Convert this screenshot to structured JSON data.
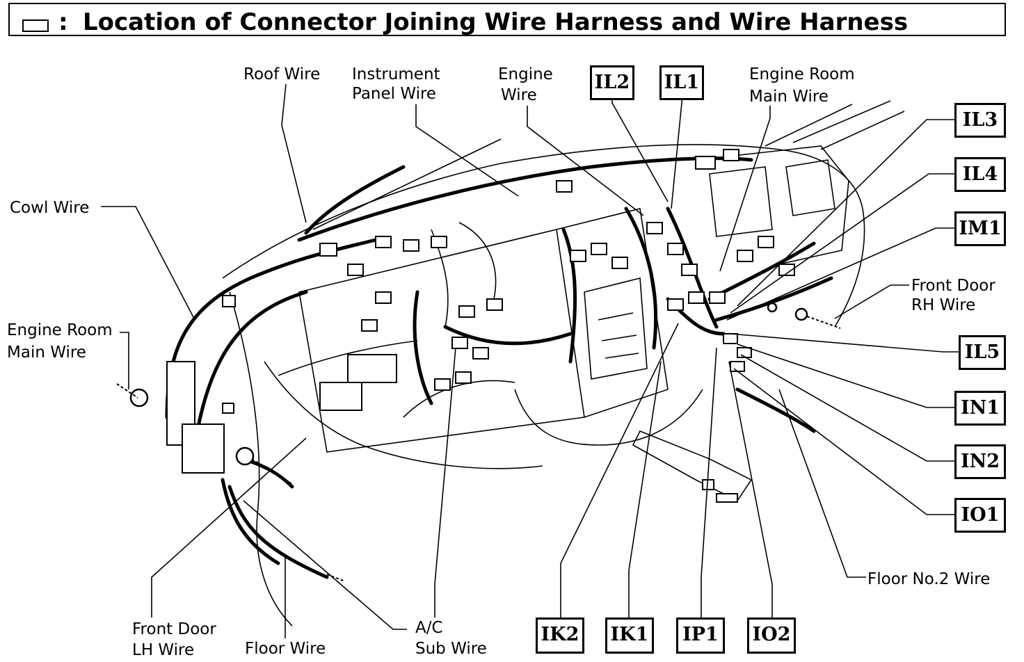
{
  "header": {
    "title": "Location of Connector Joining Wire Harness and Wire Harness",
    "colon": ":"
  },
  "labels": {
    "roof_wire": "Roof Wire",
    "instrument_panel_wire_1": "Instrument",
    "instrument_panel_wire_2": "Panel Wire",
    "engine_wire_1": "Engine",
    "engine_wire_2": "Wire",
    "engine_room_main_rh_1": "Engine Room",
    "engine_room_main_rh_2": "Main Wire",
    "cowl_wire": "Cowl Wire",
    "engine_room_main_lh_1": "Engine Room",
    "engine_room_main_lh_2": "Main Wire",
    "front_door_rh_1": "Front Door",
    "front_door_rh_2": "RH Wire",
    "floor_no2_wire": "Floor No.2 Wire",
    "front_door_lh_1": "Front Door",
    "front_door_lh_2": "LH Wire",
    "floor_wire": "Floor Wire",
    "ac_sub_1": "A/C",
    "ac_sub_2": "Sub Wire"
  },
  "connectors": {
    "il2": "IL2",
    "il1": "IL1",
    "il3": "IL3",
    "il4": "IL4",
    "im1": "IM1",
    "il5": "IL5",
    "in1": "IN1",
    "in2": "IN2",
    "io1": "IO1",
    "ik2": "IK2",
    "ik1": "IK1",
    "ip1": "IP1",
    "io2": "IO2"
  }
}
